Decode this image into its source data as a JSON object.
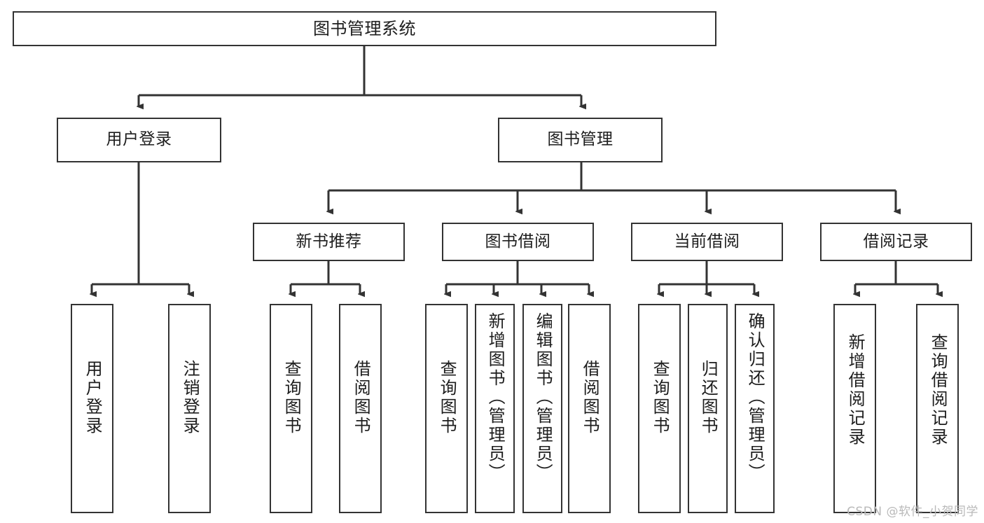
{
  "diagram": {
    "type": "tree",
    "title": "图书管理系统",
    "orientation": "top-down",
    "style": {
      "box_border_color": "#333333",
      "box_fill_color": "#ffffff",
      "edge_color": "#333333",
      "text_color": "#1d1d1d",
      "background": "#ffffff"
    },
    "watermark": "CSDN @软件_小贺同学"
  },
  "nodes": {
    "root": {
      "id": "root",
      "label": "图书管理系统",
      "level": 0
    },
    "level1": [
      {
        "id": "user-login",
        "label": "用户登录",
        "level": 1
      },
      {
        "id": "book-management",
        "label": "图书管理",
        "level": 1
      }
    ],
    "level2": [
      {
        "id": "new-book-recommend",
        "label": "新书推荐",
        "level": 2,
        "parent": "book-management"
      },
      {
        "id": "book-borrow",
        "label": "图书借阅",
        "level": 2,
        "parent": "book-management"
      },
      {
        "id": "current-borrow",
        "label": "当前借阅",
        "level": 2,
        "parent": "book-management"
      },
      {
        "id": "borrow-record",
        "label": "借阅记录",
        "level": 2,
        "parent": "book-management"
      }
    ],
    "leaves": [
      {
        "id": "leaf-user-login",
        "label": "用户登录",
        "parent": "user-login"
      },
      {
        "id": "leaf-user-logout",
        "label": "注销登录",
        "parent": "user-login"
      },
      {
        "id": "leaf-query-book-1",
        "label": "查询图书",
        "parent": "new-book-recommend"
      },
      {
        "id": "leaf-borrow-book-1",
        "label": "借阅图书",
        "parent": "new-book-recommend"
      },
      {
        "id": "leaf-query-book-2",
        "label": "查询图书",
        "parent": "book-borrow"
      },
      {
        "id": "leaf-add-book",
        "label": "新增图书（管理员）",
        "parent": "book-borrow"
      },
      {
        "id": "leaf-edit-book",
        "label": "编辑图书（管理员）",
        "parent": "book-borrow"
      },
      {
        "id": "leaf-borrow-book-2",
        "label": "借阅图书",
        "parent": "book-borrow"
      },
      {
        "id": "leaf-query-book-3",
        "label": "查询图书",
        "parent": "current-borrow"
      },
      {
        "id": "leaf-return-book",
        "label": "归还图书",
        "parent": "current-borrow"
      },
      {
        "id": "leaf-confirm-return",
        "label": "确认归还（管理员）",
        "parent": "current-borrow"
      },
      {
        "id": "leaf-add-record",
        "label": "新增借阅记录",
        "parent": "borrow-record"
      },
      {
        "id": "leaf-query-record",
        "label": "查询借阅记录",
        "parent": "borrow-record"
      }
    ]
  }
}
